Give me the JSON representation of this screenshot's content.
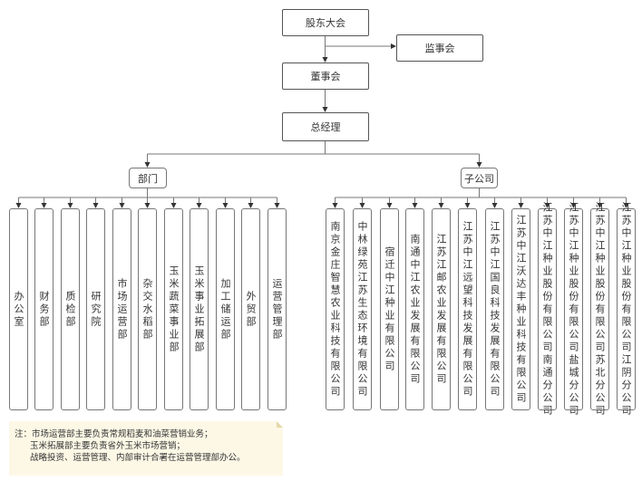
{
  "diagram_title": "",
  "nodes": {
    "shareholders": "股东大会",
    "supervisors": "监事会",
    "board": "董事会",
    "gm": "总经理",
    "departments": "部门",
    "subsidiaries": "子公司"
  },
  "departments": [
    "办公室",
    "财务部",
    "质检部",
    "研究院",
    "市场运营部",
    "杂交水稻部",
    "玉米蔬菜事业部",
    "玉米事业拓展部",
    "加工储运部",
    "外贸部",
    "运营管理部"
  ],
  "subsidiaries": [
    "南京金庄智慧农业科技有限公司",
    "中林绿苑江苏生态环境有限公司",
    "宿迁中江种业有限公司",
    "南通中江农业发展有限公司",
    "江苏江邮农业发展有限公司",
    "江苏中江远望科技发展有限公司",
    "江苏中江国良科技发展有限公司",
    "江苏中江沃达丰种业科技有限公司",
    "江苏中江种业股份有限公司南通分公司",
    "江苏中江种业股份有限公司盐城分公司",
    "江苏中江种业股份有限公司苏北分公司",
    "江苏中江种业股份有限公司江阴分公司"
  ],
  "note": {
    "prefix": "注：",
    "lines": [
      "市场运营部主要负责常规稻麦和油菜营销业务；",
      "玉米拓展部主要负责省外玉米市场营销；",
      "战略投资、运营管理、内部审计合署在运营管理部办公。"
    ]
  },
  "colors": {
    "line": "#666666",
    "box_border": "#555555",
    "note_bg": "#fdf8e6"
  }
}
